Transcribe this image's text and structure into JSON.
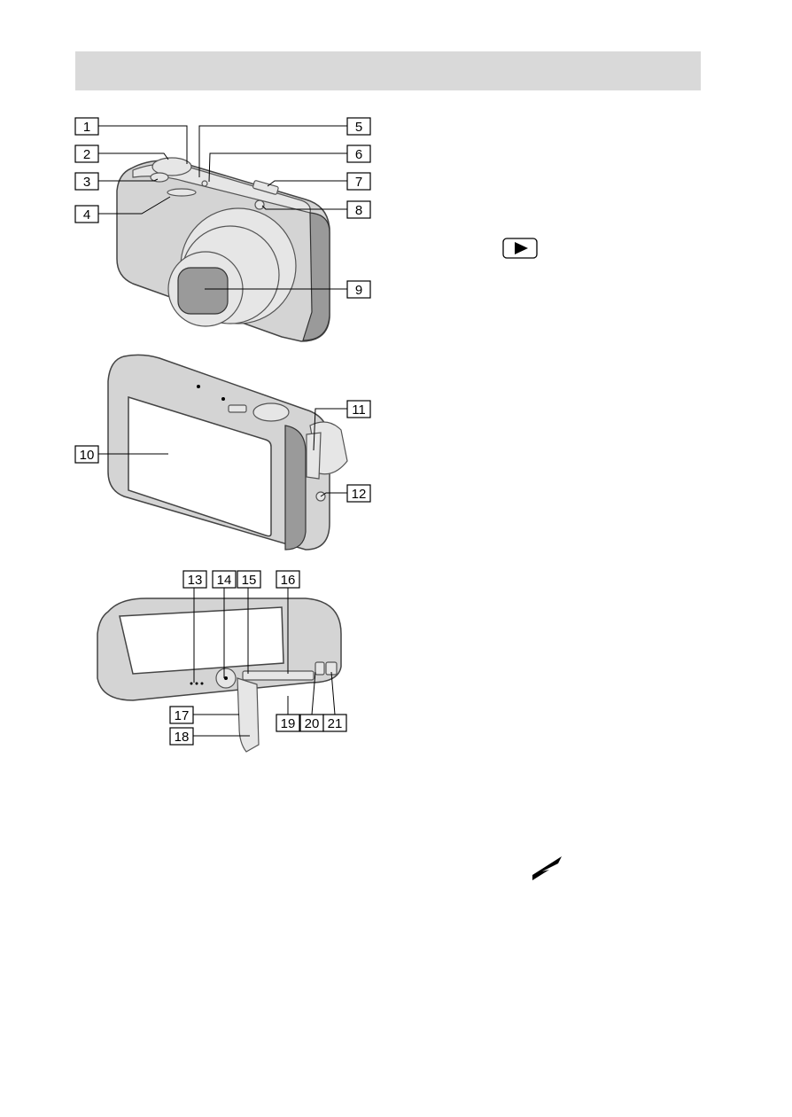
{
  "callouts": [
    {
      "n": "1"
    },
    {
      "n": "2"
    },
    {
      "n": "3"
    },
    {
      "n": "4"
    },
    {
      "n": "5"
    },
    {
      "n": "6"
    },
    {
      "n": "7"
    },
    {
      "n": "8"
    },
    {
      "n": "9"
    },
    {
      "n": "10"
    },
    {
      "n": "11"
    },
    {
      "n": "12"
    },
    {
      "n": "13"
    },
    {
      "n": "14"
    },
    {
      "n": "15"
    },
    {
      "n": "16"
    },
    {
      "n": "17"
    },
    {
      "n": "18"
    },
    {
      "n": "19"
    },
    {
      "n": "20"
    },
    {
      "n": "21"
    }
  ],
  "icons": {
    "playback": "play-triangle-icon",
    "wireless": "wifi-wedge-icon"
  },
  "colors": {
    "header_bar": "#d9d9d9",
    "camera_body": "#d4d4d4"
  }
}
